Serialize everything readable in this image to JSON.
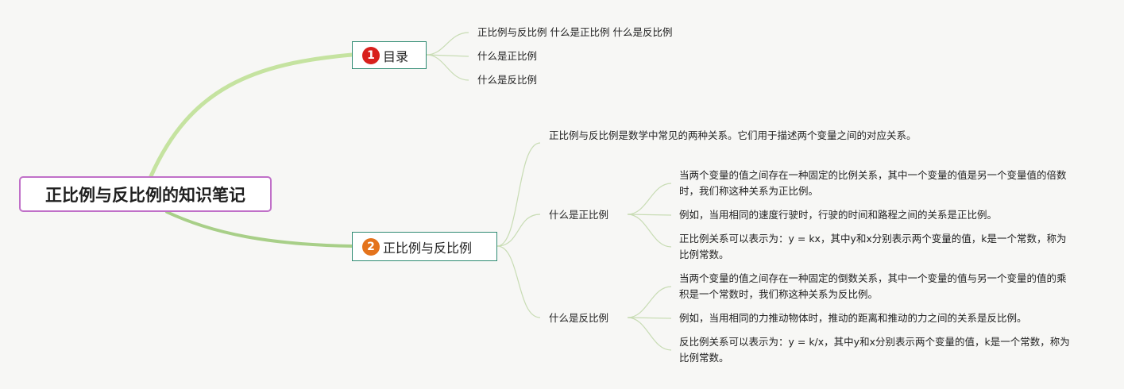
{
  "root": {
    "title": "正比例与反比例的知识笔记"
  },
  "branches": [
    {
      "number": "1",
      "label": "目录",
      "children": [
        "正比例与反比例 什么是正比例 什么是反比例",
        "什么是正比例",
        "什么是反比例"
      ]
    },
    {
      "number": "2",
      "label": "正比例与反比例",
      "intro": "正比例与反比例是数学中常见的两种关系。它们用于描述两个变量之间的对应关系。",
      "topics": [
        {
          "label": "什么是正比例",
          "details": [
            "当两个变量的值之间存在一种固定的比例关系，其中一个变量的值是另一个变量值的倍数时，我们称这种关系为正比例。",
            "例如，当用相同的速度行驶时，行驶的时间和路程之间的关系是正比例。",
            "正比例关系可以表示为：y = kx，其中y和x分别表示两个变量的值，k是一个常数，称为比例常数。"
          ]
        },
        {
          "label": "什么是反比例",
          "details": [
            "当两个变量的值之间存在一种固定的倒数关系，其中一个变量的值与另一个变量的值的乘积是一个常数时，我们称这种关系为反比例。",
            "例如，当用相同的力推动物体时，推动的距离和推动的力之间的关系是反比例。",
            "反比例关系可以表示为：y = k/x，其中y和x分别表示两个变量的值，k是一个常数，称为比例常数。"
          ]
        }
      ]
    }
  ],
  "colors": {
    "root_border": "#c070c8",
    "branch_border": "#2e8a72",
    "main_link_1": "#c5e3a0",
    "main_link_2": "#a8cf88",
    "sub_link": "#c8dcb4",
    "badge_1": "#d8201c",
    "badge_2": "#e4731c"
  }
}
